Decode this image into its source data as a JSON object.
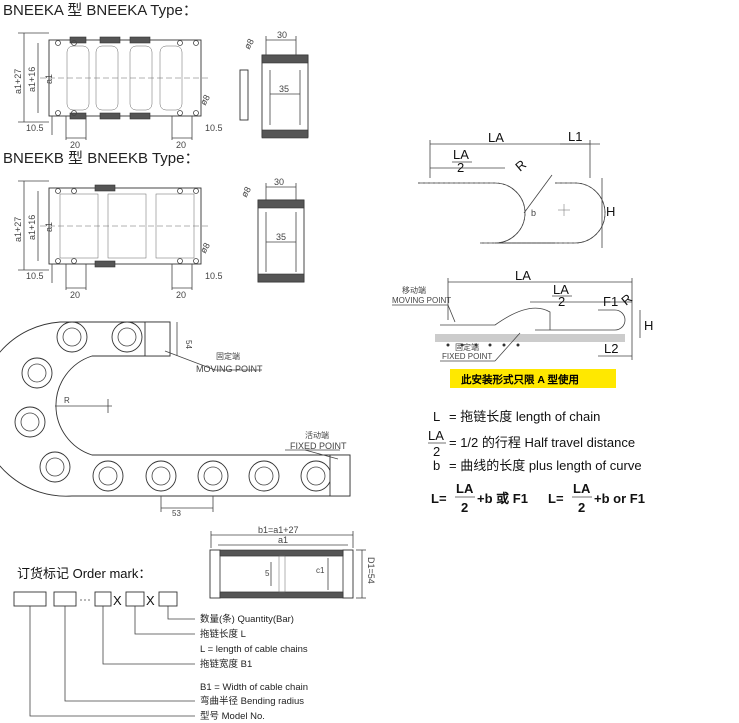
{
  "titles": {
    "type_a": "BNEEKA 型    BNEEKA Type：",
    "type_b": "BNEEKB 型    BNEEKB Type："
  },
  "dims": {
    "a27": "a1+27",
    "a16": "a1+16",
    "a1": "a1",
    "d8": "ø8",
    "w30": "30",
    "w35": "35",
    "w10_5": "10.5",
    "w20": "20",
    "w54": "54",
    "w53": "53",
    "r": "R",
    "b1_eq": "b1=a1+27",
    "d1_eq": "D1=54",
    "w5": "5",
    "c1": "c1"
  },
  "chain_labels": {
    "moving_cn": "固定端",
    "moving_en": "MOVING POINT",
    "fixed_cn": "活动端",
    "fixed_en": "FIXED POINT"
  },
  "install": {
    "la": "LA",
    "half_la": "LA",
    "two": "2",
    "l1": "L1",
    "r": "R",
    "b": "b",
    "h": "H",
    "f1": "F1",
    "l2": "L2",
    "moving_cn": "移动端",
    "moving_en": "MOVING POINT",
    "fixed_cn": "固定端",
    "fixed_en": "FIXED POINT",
    "warning": "此安装形式只限 A 型使用"
  },
  "legend": {
    "l_sym": "L",
    "l_txt": "= 拖链长度  length of chain",
    "la_sym": "LA",
    "la_den": "2",
    "la_txt": "= 1/2 的行程  Half travel distance",
    "b_sym": "b",
    "b_txt": "= 曲线的长度  plus length of curve",
    "f_lead": "L=",
    "f_num": "LA",
    "f_den": "2",
    "f_tail_cn": "+b 或 F1",
    "f_lead2": "L=",
    "f_tail_en": "+b or F1"
  },
  "order": {
    "title": "订货标记 Order mark：",
    "x1": "X",
    "x2": "X",
    "lines": [
      "数量(条) Quantity(Bar)",
      "拖链长度 L",
      "L = length of cable chains",
      "拖链宽度 B1",
      "B1 = Width of cable chain",
      "弯曲半径 Bending radius",
      "型号 Model No."
    ]
  }
}
